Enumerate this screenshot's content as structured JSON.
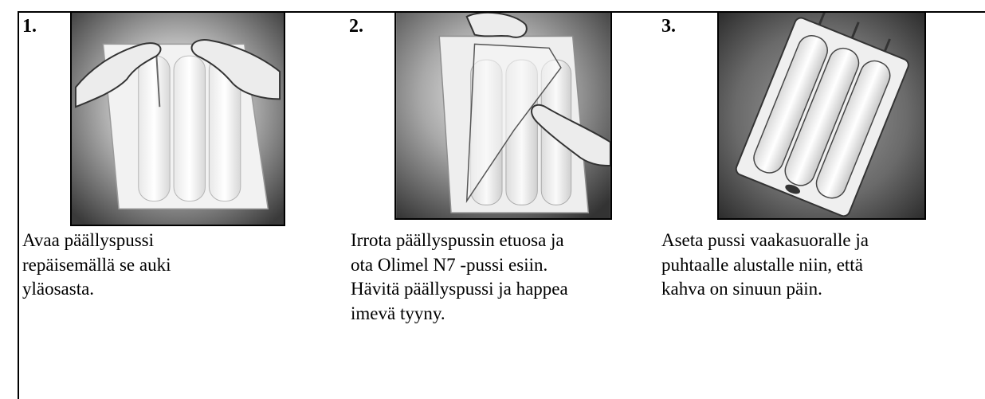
{
  "steps": [
    {
      "number": "1.",
      "illustration": "tearing-outer-bag-icon",
      "caption": "Avaa päällyspussi\nrepäisemällä  se auki\nyläosasta."
    },
    {
      "number": "2.",
      "illustration": "peeling-outer-bag-icon",
      "caption": "Irrota päällyspussin  etuosa ja\nota Olimel N7 -pussi esiin.\nHävitä päällyspussi ja happea\nimevä  tyyny."
    },
    {
      "number": "3.",
      "illustration": "bag-on-flat-surface-icon",
      "caption": "Aseta pussi vaakasuoralle  ja\npuhtaalle alustalle niin, että\nkahva on sinuun  päin."
    }
  ]
}
